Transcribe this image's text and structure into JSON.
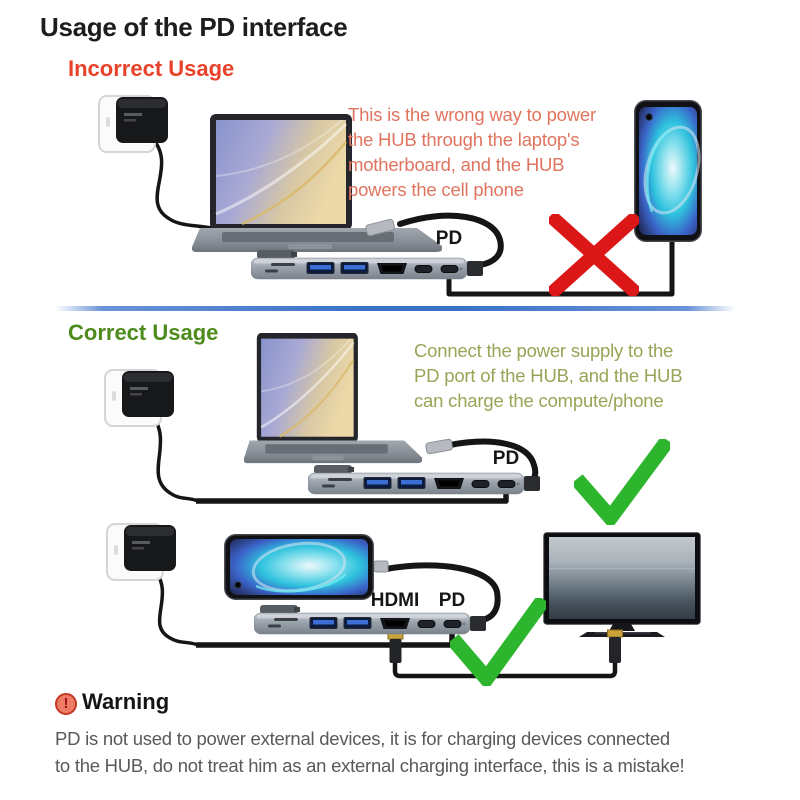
{
  "page": {
    "title": "Usage of the PD interface"
  },
  "theme": {
    "title_color": "#1d1d1f",
    "incorrect_color": "#e8432a",
    "incorrect_note_color": "#e0745e",
    "correct_color": "#4e8b1d",
    "correct_note_color": "#99a456",
    "check_color": "#2db52d",
    "cross_color": "#dc1717",
    "divider_color": "#3a72c8",
    "label_color": "#161616",
    "warning_body_color": "#59595b",
    "cable_color": "#151515"
  },
  "incorrect": {
    "heading": "Incorrect Usage",
    "note": "This is the wrong way to power\n the HUB through the laptop's\nmotherboard, and the HUB\npowers the cell phone",
    "pd_label": "PD",
    "icons": [
      "wall-outlet",
      "power-adapter",
      "laptop",
      "usb-c-hub",
      "smartphone",
      "red-cross"
    ]
  },
  "correct_power": {
    "heading": "Correct Usage",
    "note": "Connect the power supply to the\nPD port of the HUB, and the HUB\ncan charge the compute/phone",
    "pd_label": "PD",
    "icons": [
      "wall-outlet",
      "power-adapter",
      "laptop",
      "usb-c-hub",
      "green-check"
    ]
  },
  "correct_hdmi": {
    "hdmi_label": "HDMI",
    "pd_label": "PD",
    "icons": [
      "wall-outlet",
      "power-adapter",
      "smartphone",
      "usb-c-hub",
      "hdmi-cable",
      "tv",
      "green-check"
    ]
  },
  "warning": {
    "icon_glyph": "!",
    "title": "Warning",
    "body": "PD is not used to power external devices, it is for charging devices connected\nto the HUB, do not treat him as an external charging interface, this is a mistake!"
  }
}
